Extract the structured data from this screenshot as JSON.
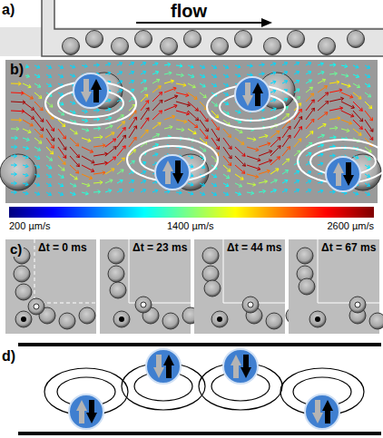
{
  "diagram": {
    "labels": [
      "a)",
      "flow",
      "b)",
      "200 µm/s",
      "1400 µm/s",
      "2600 µm/s",
      "c)",
      "Δt = 0 ms",
      "Δt = 23 ms",
      "Δt = 44 ms",
      "Δt = 67 ms",
      "d)"
    ]
  }
}
